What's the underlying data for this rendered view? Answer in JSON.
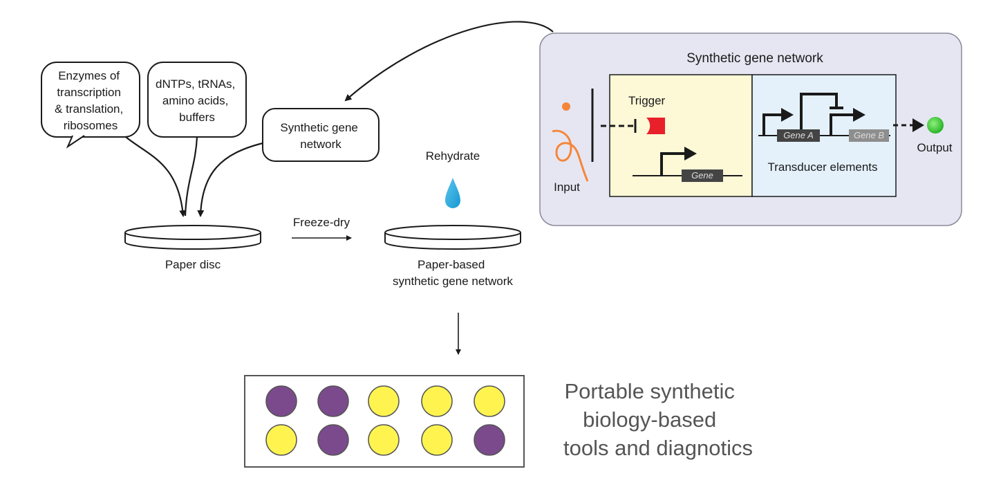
{
  "bubbles": {
    "enzymes": [
      "Enzymes of",
      "transcription",
      "& translation,",
      "ribosomes"
    ],
    "dntps": [
      "dNTPs, tRNAs,",
      "amino acids,",
      "buffers"
    ],
    "network": [
      "Synthetic gene",
      "network"
    ]
  },
  "labels": {
    "paper_disc": "Paper disc",
    "freeze_dry": "Freeze-dry",
    "rehydrate": "Rehydrate",
    "paper_based": [
      "Paper-based",
      "synthetic gene network"
    ]
  },
  "panel": {
    "title": "Synthetic gene network",
    "trigger": "Trigger",
    "gene": "Gene",
    "gene_a": "Gene A",
    "gene_b": "Gene B",
    "transducer": "Transducer elements",
    "input": "Input",
    "output": "Output"
  },
  "result": {
    "title": [
      "Portable synthetic",
      "biology-based",
      "tools and diagnotics"
    ],
    "wells_row1": [
      "purple",
      "purple",
      "yellow",
      "yellow",
      "yellow"
    ],
    "wells_row2": [
      "yellow",
      "purple",
      "yellow",
      "yellow",
      "purple"
    ]
  },
  "colors": {
    "purple": "#7b4a8c",
    "yellow": "#fff44f",
    "panel_bg": "#e6e6f2",
    "trigger_bg": "#fdf8d6",
    "transducer_bg": "#e4f1fb",
    "droplet": "#27a4dd",
    "input_dot": "#f4863a",
    "output_dot": "#3ec63e",
    "repressor": "#e8202a"
  }
}
